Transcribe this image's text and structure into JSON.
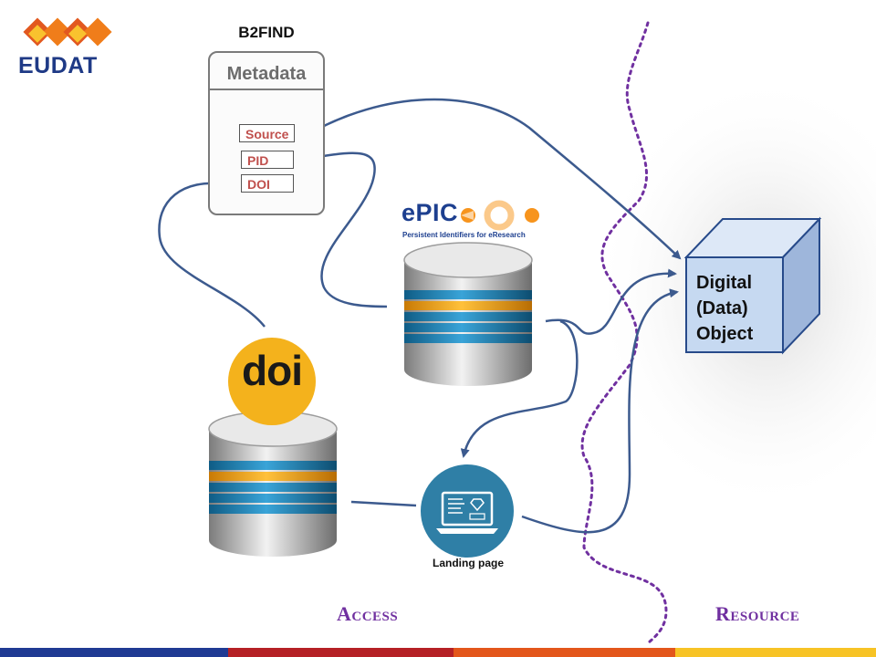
{
  "logo": {
    "text": "EUDAT"
  },
  "b2find": {
    "title": "B2FIND",
    "card_title": "Metadata",
    "fields": [
      "Source",
      "PID",
      "DOI"
    ]
  },
  "epic": {
    "title": "ePIC",
    "subtitle": "Persistent Identifiers for eResearch"
  },
  "doi": {
    "badge_text": "doi"
  },
  "landing_page": {
    "label": "Landing page"
  },
  "digital_object": {
    "label": "Digital\n(Data)\nObject"
  },
  "zones": {
    "access": "Access",
    "resource": "Resource"
  },
  "colors": {
    "arrow": "#3c5a8e",
    "divider": "#7030a0",
    "zone_text": "#7030a0",
    "cube_face": "#c6d9f1",
    "field_text": "#c0504d",
    "doi_badge": "#f4b21c",
    "landing_circle": "#2f7fa6",
    "bottom_bar": [
      "#1f3a93",
      "#b52025",
      "#e3561b",
      "#f7c325"
    ]
  }
}
